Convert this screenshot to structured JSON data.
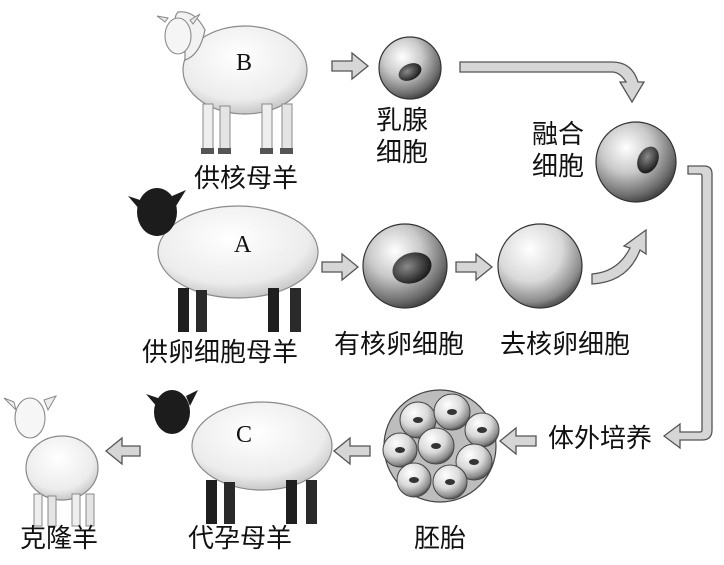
{
  "sheep_labels": {
    "donor_nucleus": "供核母羊",
    "donor_egg": "供卵细胞母羊",
    "surrogate": "代孕母羊",
    "clone": "克隆羊"
  },
  "sheep_letters": {
    "b": "B",
    "a": "A",
    "c": "C"
  },
  "cell_labels": {
    "mammary_line1": "乳腺",
    "mammary_line2": "细胞",
    "fused_line1": "融合",
    "fused_line2": "细胞",
    "nucleated_egg": "有核卵细胞",
    "enucleated_egg": "去核卵细胞",
    "embryo": "胚胎"
  },
  "process_labels": {
    "in_vitro_culture": "体外培养"
  },
  "colors": {
    "arrow_fill": "#d6d6d6",
    "arrow_stroke": "#555555",
    "cell_light": "#f4f4f4",
    "cell_dark": "#6a6a6a",
    "nucleus": "#2a2a2a"
  }
}
